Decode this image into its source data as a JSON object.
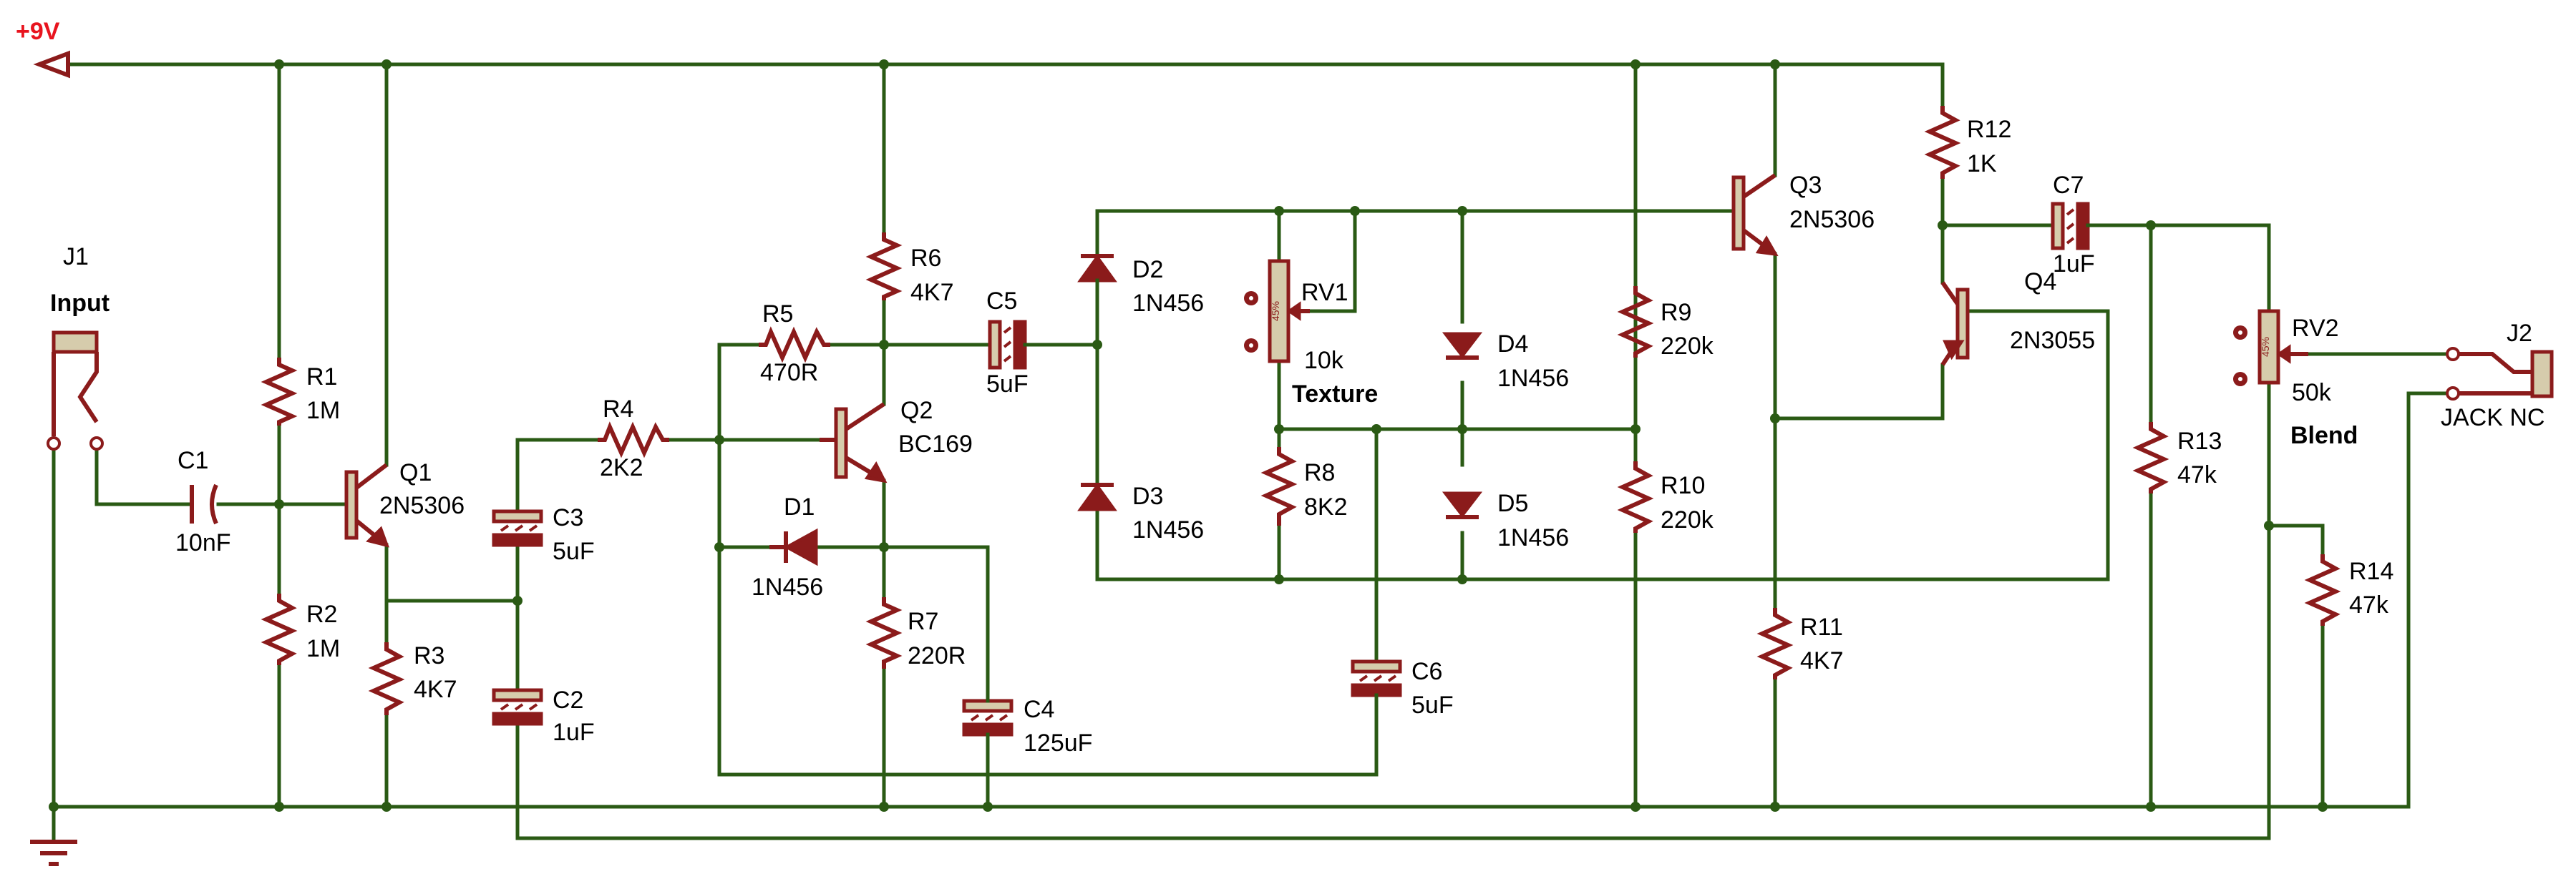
{
  "power": {
    "label": "+9V",
    "color": "#e8141e"
  },
  "colors": {
    "wire": "#2a5a14",
    "component": "#8b1b1b",
    "body_fill": "#d6ccac"
  },
  "components": {
    "J1": {
      "ref": "J1",
      "caption": "Input"
    },
    "C1": {
      "ref": "C1",
      "value": "10nF"
    },
    "R1": {
      "ref": "R1",
      "value": "1M"
    },
    "R2": {
      "ref": "R2",
      "value": "1M"
    },
    "Q1": {
      "ref": "Q1",
      "value": "2N5306"
    },
    "R3": {
      "ref": "R3",
      "value": "4K7"
    },
    "C3": {
      "ref": "C3",
      "value": "5uF"
    },
    "C2": {
      "ref": "C2",
      "value": "1uF"
    },
    "R4": {
      "ref": "R4",
      "value": "2K2"
    },
    "R5": {
      "ref": "R5",
      "value": "470R"
    },
    "R6": {
      "ref": "R6",
      "value": "4K7"
    },
    "Q2": {
      "ref": "Q2",
      "value": "BC169"
    },
    "D1": {
      "ref": "D1",
      "value": "1N456"
    },
    "R7": {
      "ref": "R7",
      "value": "220R"
    },
    "C4": {
      "ref": "C4",
      "value": "125uF"
    },
    "C5": {
      "ref": "C5",
      "value": "5uF"
    },
    "D2": {
      "ref": "D2",
      "value": "1N456"
    },
    "D3": {
      "ref": "D3",
      "value": "1N456"
    },
    "RV1": {
      "ref": "RV1",
      "value": "10k",
      "caption": "Texture",
      "wiper_percent": "45%"
    },
    "R8": {
      "ref": "R8",
      "value": "8K2"
    },
    "C6": {
      "ref": "C6",
      "value": "5uF"
    },
    "D4": {
      "ref": "D4",
      "value": "1N456"
    },
    "D5": {
      "ref": "D5",
      "value": "1N456"
    },
    "R9": {
      "ref": "R9",
      "value": "220k"
    },
    "R10": {
      "ref": "R10",
      "value": "220k"
    },
    "Q3": {
      "ref": "Q3",
      "value": "2N5306"
    },
    "R11": {
      "ref": "R11",
      "value": "4K7"
    },
    "R12": {
      "ref": "R12",
      "value": "1K"
    },
    "Q4": {
      "ref": "Q4",
      "value": "2N3055"
    },
    "C7": {
      "ref": "C7",
      "value": "1uF"
    },
    "R13": {
      "ref": "R13",
      "value": "47k"
    },
    "RV2": {
      "ref": "RV2",
      "value": "50k",
      "caption": "Blend",
      "wiper_percent": "45%"
    },
    "R14": {
      "ref": "R14",
      "value": "47k"
    },
    "J2": {
      "ref": "J2",
      "value": "JACK NC"
    }
  }
}
